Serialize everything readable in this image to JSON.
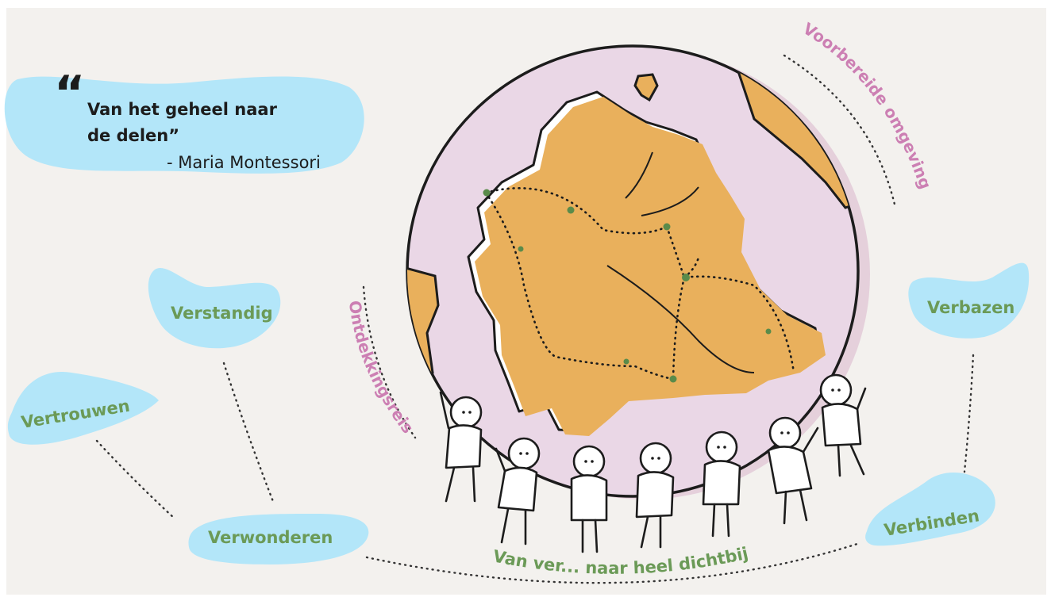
{
  "quote": {
    "mark": "“",
    "line1": "Van het geheel naar",
    "line2": "de delen”",
    "author": "- Maria Montessori"
  },
  "labels": {
    "verstandig": "Verstandig",
    "vertrouwen": "Vertrouwen",
    "verwonderen": "Verwonderen",
    "verbazen": "Verbazen",
    "verbinden": "Verbinden"
  },
  "arc_labels": {
    "ontdekkingsreis": "Ontdekkingsreis",
    "voorbereide_omgeving": "Voorbereide omgeving",
    "van_ver": "Van ver... naar heel dichtbij"
  },
  "colors": {
    "background": "#f3f1ee",
    "blob": "#b3e6f9",
    "globe": "#ead7e6",
    "land": "#e9b05c",
    "green": "#6b9a57",
    "pink": "#cc7fb3",
    "ink": "#1c1c1c"
  },
  "icons": [
    "globe-illustration",
    "province-map",
    "people-figures"
  ]
}
